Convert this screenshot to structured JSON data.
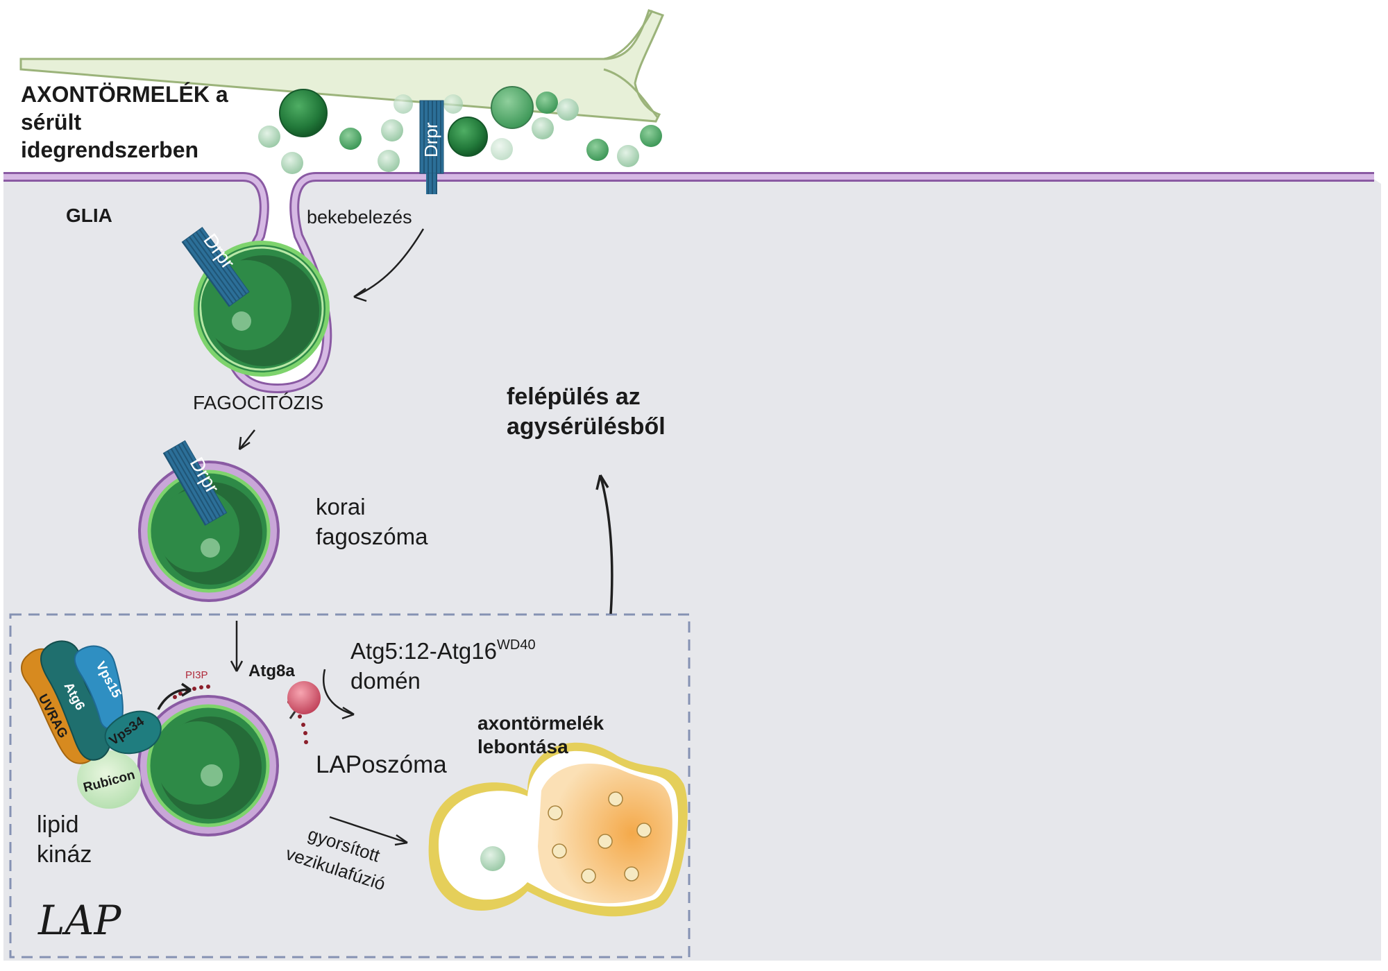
{
  "labels": {
    "axon_debris_line1": "AXONTÖRMELÉK a",
    "axon_debris_line2": "sérült",
    "axon_debris_line3": "idegrendszerben",
    "glia": "GLIA",
    "engulfment": "bekebelezés",
    "phagocytosis": "FAGOCITÓZIS",
    "early_phagosome_line1": "korai",
    "early_phagosome_line2": "fagoszóma",
    "recovery_line1": "felépülés az",
    "recovery_line2": "agysérülésből",
    "atg5_main": "Atg5:12-Atg16",
    "atg5_sup": "WD40",
    "atg5_line2": "domén",
    "atg8a": "Atg8a",
    "pi3p": "PI3P",
    "laposome": "LAPoszóma",
    "degradation_line1": "axontörmelék",
    "degradation_line2": "lebontása",
    "accelerated_line1": "gyorsított",
    "accelerated_line2": "vezikulafúzió",
    "lipid_kinase_line1": "lipid",
    "lipid_kinase_line2": "kináz",
    "lap": "LAP"
  },
  "receptor": "Drpr",
  "complex": {
    "uvrag": "UVRAG",
    "atg6": "Atg6",
    "vps15": "Vps15",
    "vps34": "Vps34",
    "rubicon": "Rubicon"
  },
  "colors": {
    "background_cell": "#e6e7eb",
    "membrane": "#c9a7d8",
    "membrane_dark": "#8a5aa3",
    "axon_fill": "#e7f0d8",
    "axon_stroke": "#9bb37a",
    "debris_dark": "#2e8a47",
    "debris_light": "#b7d8c0",
    "drpr_blue": "#2c6f98",
    "lysosome_yellow": "#e5cf5a",
    "lysosome_orange": "#f4b35a"
  }
}
